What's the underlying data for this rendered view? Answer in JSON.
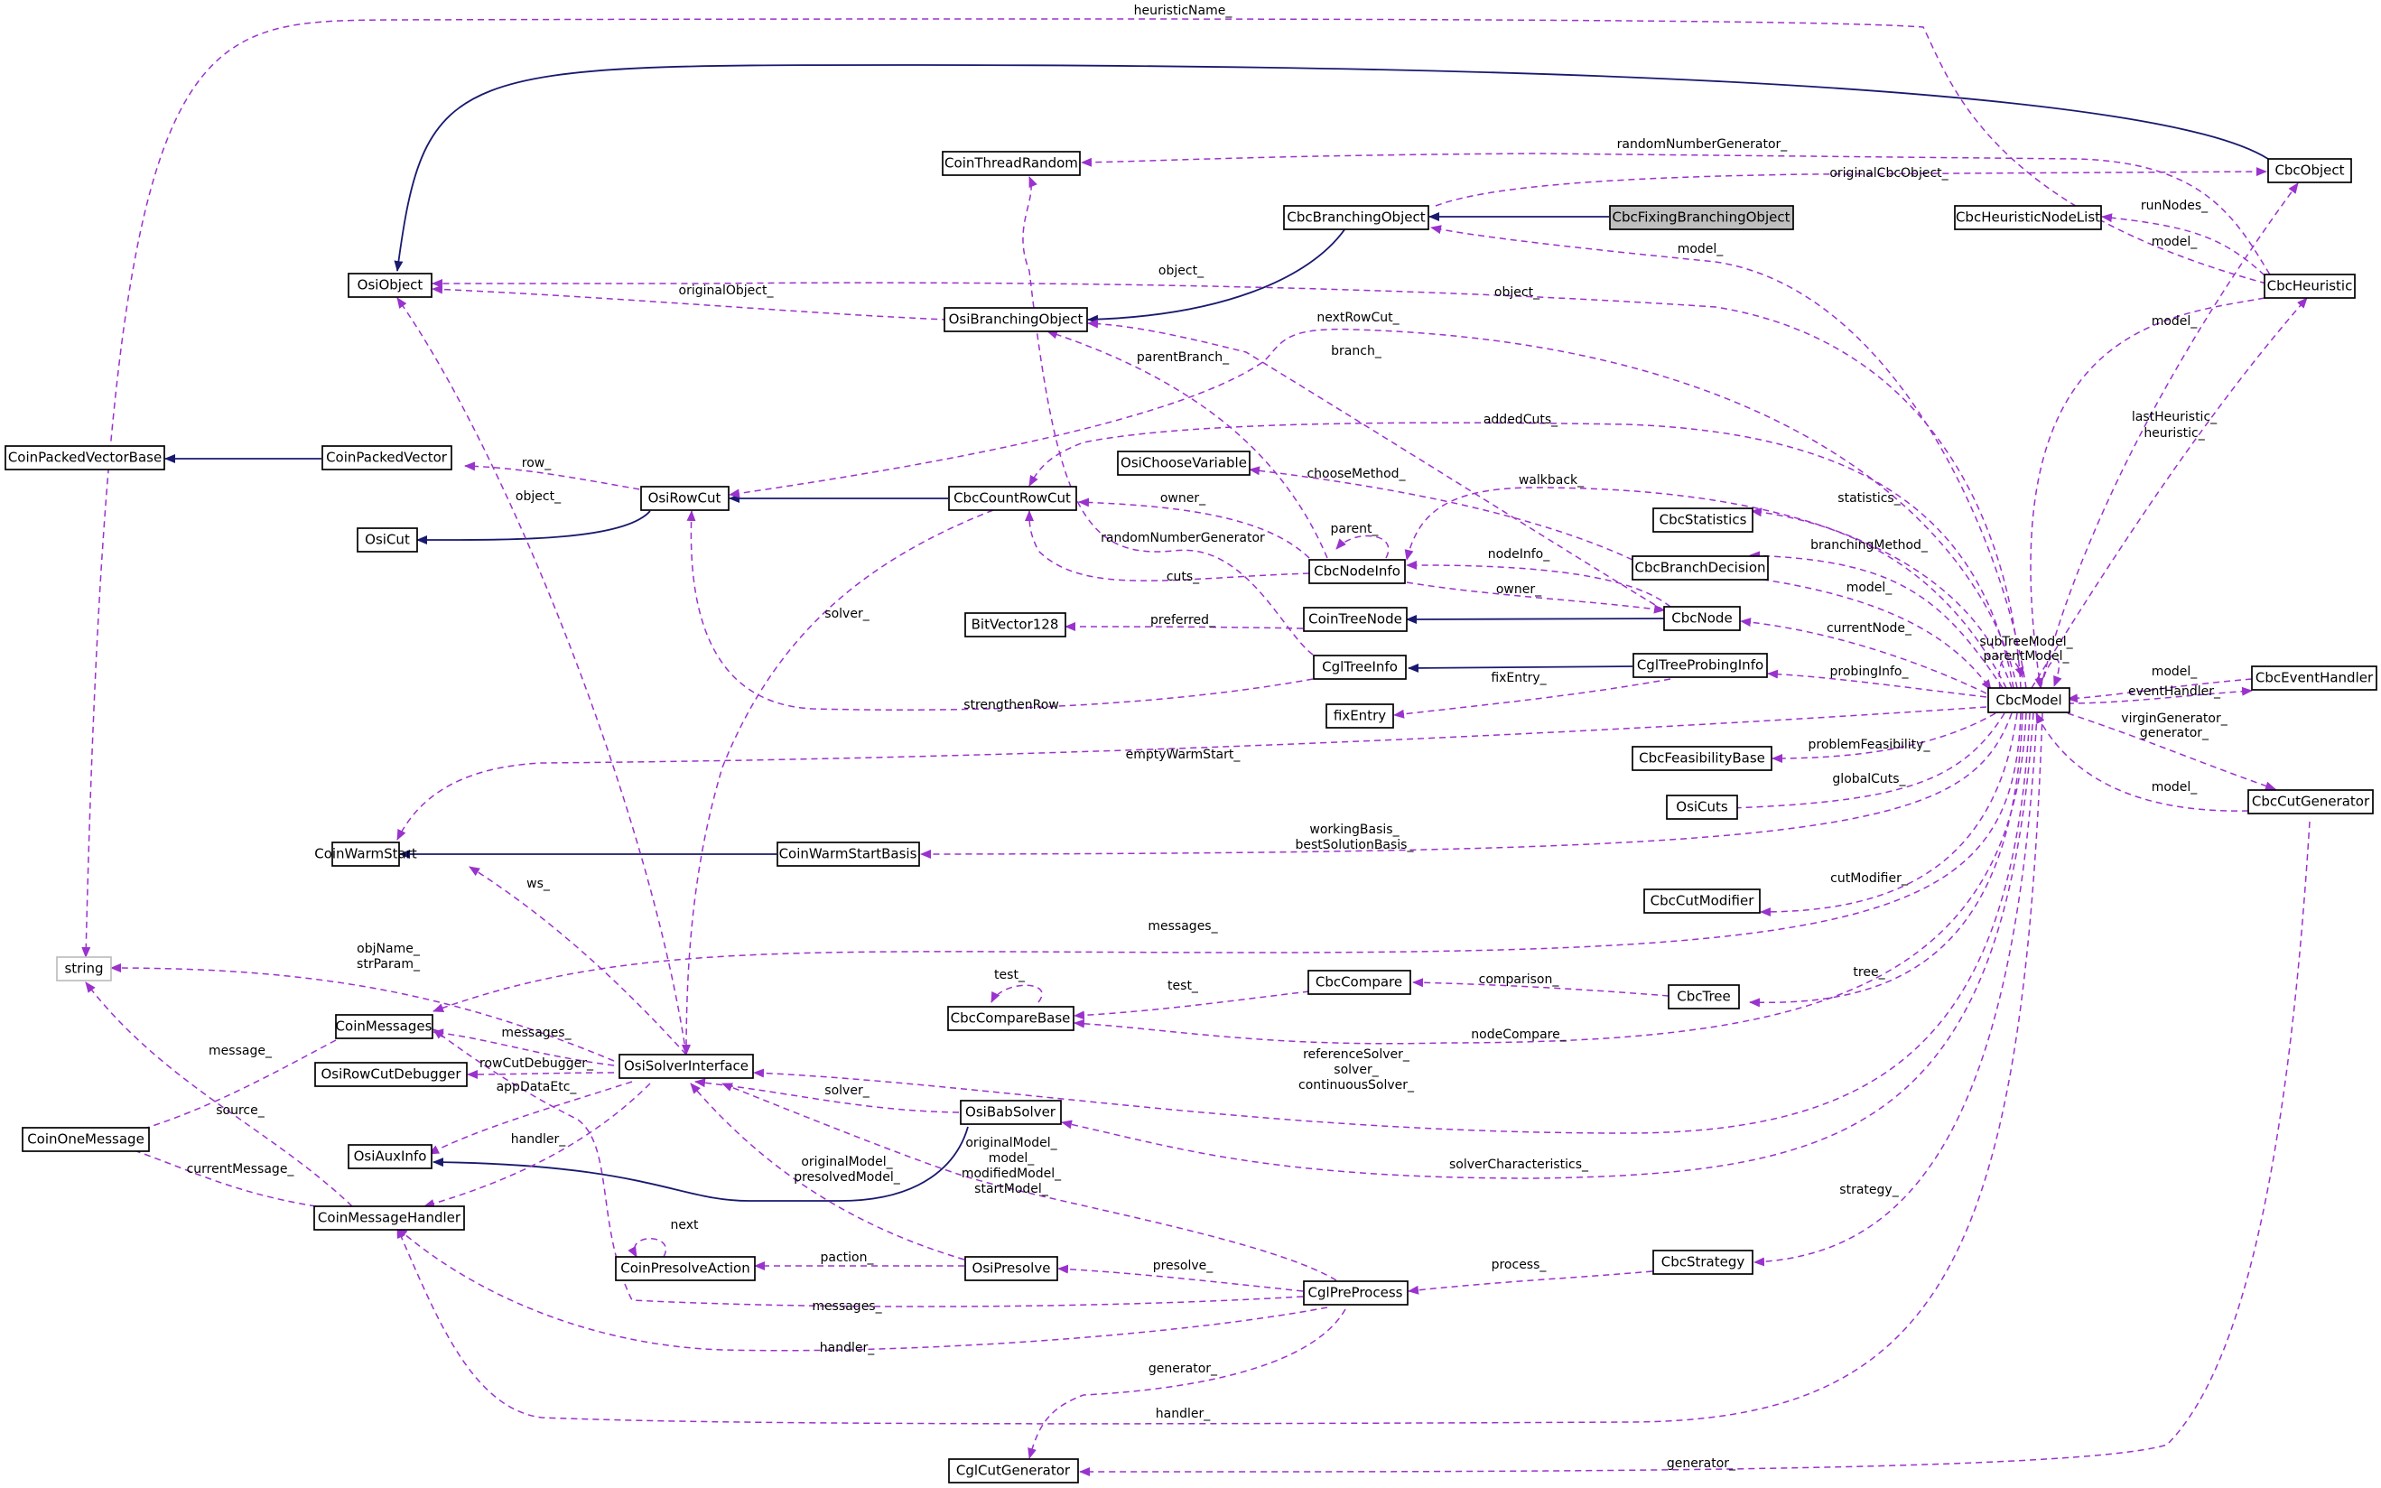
{
  "nodes": {
    "CbcModel": "CbcModel",
    "CbcFixingBranchingObject": "CbcFixingBranchingObject",
    "CbcBranchingObject": "CbcBranchingObject",
    "CbcObject": "CbcObject",
    "CoinThreadRandom": "CoinThreadRandom",
    "CbcHeuristicNodeList": "CbcHeuristicNodeList",
    "CbcHeuristic": "CbcHeuristic",
    "OsiObject": "OsiObject",
    "OsiBranchingObject": "OsiBranchingObject",
    "CoinPackedVectorBase": "CoinPackedVectorBase",
    "CoinPackedVector": "CoinPackedVector",
    "OsiChooseVariable": "OsiChooseVariable",
    "OsiRowCut": "OsiRowCut",
    "CbcCountRowCut": "CbcCountRowCut",
    "OsiCut": "OsiCut",
    "CbcStatistics": "CbcStatistics",
    "CbcNodeInfo": "CbcNodeInfo",
    "CbcBranchDecision": "CbcBranchDecision",
    "BitVector128": "BitVector128",
    "CoinTreeNode": "CoinTreeNode",
    "CbcNode": "CbcNode",
    "CglTreeInfo": "CglTreeInfo",
    "CglTreeProbingInfo": "CglTreeProbingInfo",
    "CbcEventHandler": "CbcEventHandler",
    "fixEntry": "fixEntry",
    "CbcFeasibilityBase": "CbcFeasibilityBase",
    "OsiCuts": "OsiCuts",
    "CbcCutGenerator": "CbcCutGenerator",
    "CoinWarmStart": "CoinWarmStart",
    "CoinWarmStartBasis": "CoinWarmStartBasis",
    "CbcCutModifier": "CbcCutModifier",
    "string": "string",
    "CbcCompare": "CbcCompare",
    "CbcTree": "CbcTree",
    "CoinMessages": "CoinMessages",
    "CbcCompareBase": "CbcCompareBase",
    "OsiRowCutDebugger": "OsiRowCutDebugger",
    "OsiSolverInterface": "OsiSolverInterface",
    "CoinOneMessage": "CoinOneMessage",
    "OsiBabSolver": "OsiBabSolver",
    "OsiAuxInfo": "OsiAuxInfo",
    "CoinMessageHandler": "CoinMessageHandler",
    "CoinPresolveAction": "CoinPresolveAction",
    "OsiPresolve": "OsiPresolve",
    "CbcStrategy": "CbcStrategy",
    "CglPreProcess": "CglPreProcess",
    "CglCutGenerator": "CglCutGenerator"
  },
  "edge_labels": {
    "heuristicName": "heuristicName_",
    "randomNumberGenerator": "randomNumberGenerator_",
    "originalCbcObject": "originalCbcObject_",
    "runNodes": "runNodes_",
    "model_cbcobject": "model_",
    "model_branching": "model_",
    "object_1": "object_",
    "object_2": "object_",
    "originalObject": "originalObject_",
    "model_heuristic": "model_",
    "nextRowCut": "nextRowCut_",
    "branch": "branch_",
    "parentBranch": "parentBranch_",
    "lastHeuristic": "lastHeuristic_",
    "heuristic": "heuristic_",
    "addedCuts": "addedCuts_",
    "row": "row_",
    "chooseMethod": "chooseMethod_",
    "object_3": "object_",
    "owner_1": "owner_",
    "walkback": "walkback_",
    "statistics": "statistics_",
    "parent": "parent_",
    "randomNumberGenerator2": "randomNumberGenerator",
    "solver_1": "solver_",
    "cuts": "cuts_",
    "branchingMethod": "branchingMethod_",
    "nodeInfo": "nodeInfo_",
    "owner_2": "owner_",
    "model_branchdecision": "model_",
    "preferred": "preferred_",
    "currentNode": "currentNode_",
    "subTreeModel": "subTreeModel_",
    "parentModel": "parentModel_",
    "fixEntry": "fixEntry_",
    "probingInfo": "probingInfo_",
    "model_eventhandler": "model_",
    "eventHandler": "eventHandler_",
    "strengthenRow": "strengthenRow",
    "virginGenerator": "virginGenerator_",
    "generator_1": "generator_",
    "emptyWarmStart": "emptyWarmStart_",
    "problemFeasibility": "problemFeasibility_",
    "globalCuts": "globalCuts_",
    "model_cutgenerator": "model_",
    "workingBasis": "workingBasis_",
    "bestSolutionBasis": "bestSolutionBasis_",
    "ws": "ws_",
    "cutModifier": "cutModifier_",
    "messages_1": "messages_",
    "objName": "objName_",
    "strParam": "strParam_",
    "test_1": "test_",
    "test_2": "test_",
    "comparison": "comparison_",
    "tree": "tree_",
    "message": "message_",
    "messages_2": "messages_",
    "nodeCompare": "nodeCompare_",
    "rowCutDebugger": "rowCutDebugger_",
    "referenceSolver": "referenceSolver_",
    "solver_2": "solver_",
    "continuousSolver": "continuousSolver_",
    "source": "source_",
    "appDataEtc": "appDataEtc_",
    "solver_3": "solver_",
    "handler_1": "handler_",
    "originalModel": "originalModel_",
    "model_list": "model_",
    "modifiedModel": "modifiedModel_",
    "startModel": "startModel_",
    "originalModel2": "originalModel_",
    "presolvedModel": "presolvedModel_",
    "currentMessage": "currentMessage_",
    "solverCharacteristics": "solverCharacteristics_",
    "strategy": "strategy_",
    "next": "next",
    "paction": "paction_",
    "presolve": "presolve_",
    "process": "process_",
    "messages_3": "messages_",
    "handler_2": "handler_",
    "generator_2": "generator_",
    "handler_3": "handler_",
    "generator_3": "generator_"
  }
}
